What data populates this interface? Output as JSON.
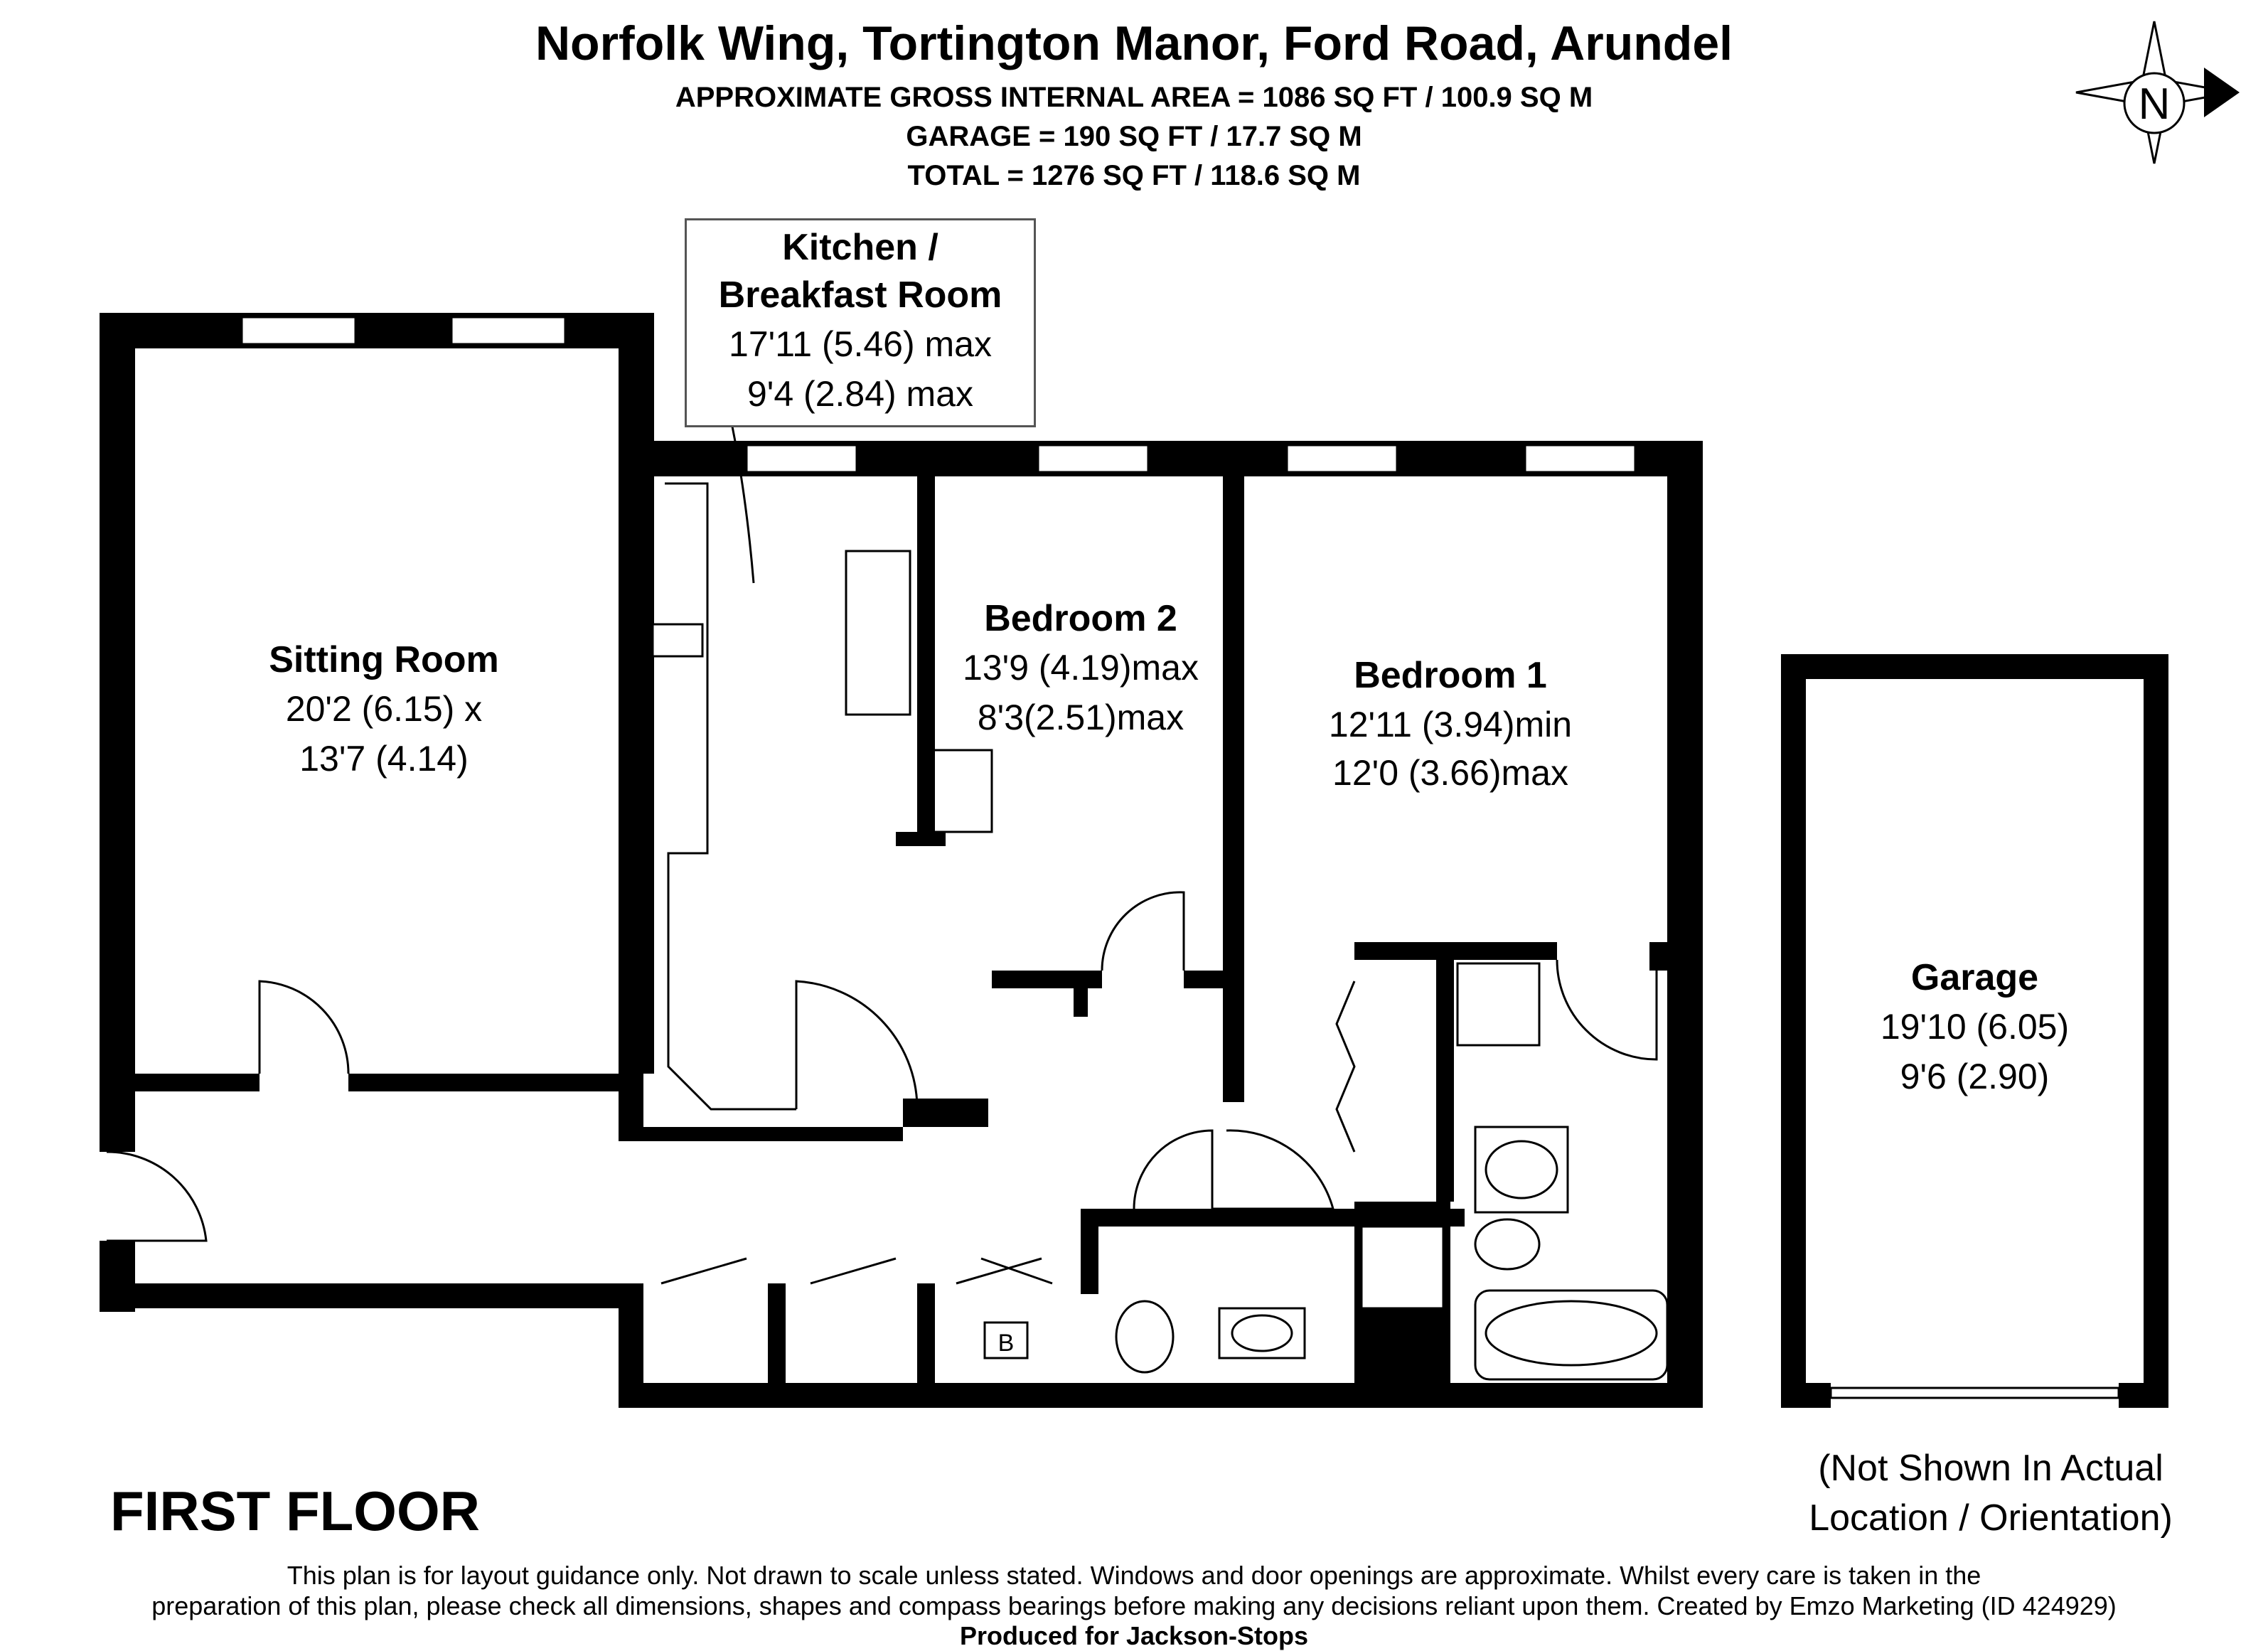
{
  "header": {
    "title": "Norfolk Wing, Tortington Manor, Ford Road, Arundel",
    "area_line": "APPROXIMATE GROSS INTERNAL AREA = 1086 SQ FT / 100.9 SQ M",
    "garage_line": "GARAGE = 190 SQ FT / 17.7 SQ M",
    "total_line": "TOTAL = 1276 SQ FT / 118.6 SQ M"
  },
  "compass": {
    "letter": "N",
    "icon": "north-arrow-icon"
  },
  "rooms": {
    "sitting": {
      "name": "Sitting Room",
      "dim1": "20'2 (6.15) x",
      "dim2": "13'7 (4.14)"
    },
    "kitchen": {
      "name1": "Kitchen /",
      "name2": "Breakfast Room",
      "dim1": "17'11 (5.46) max",
      "dim2": "9'4 (2.84) max"
    },
    "bedroom2": {
      "name": "Bedroom 2",
      "dim1": "13'9 (4.19)max",
      "dim2": "8'3(2.51)max"
    },
    "bedroom1": {
      "name": "Bedroom 1",
      "dim1": "12'11 (3.94)min",
      "dim2": "12'0 (3.66)max"
    },
    "garage": {
      "name": "Garage",
      "dim1": "19'10 (6.05)",
      "dim2": "9'6 (2.90)"
    }
  },
  "boiler_label": "B",
  "floor_label": "FIRST FLOOR",
  "garage_note": {
    "line1": "(Not Shown In Actual",
    "line2": "Location / Orientation)"
  },
  "disclaimer": {
    "line1": "This plan is for layout guidance only. Not drawn to scale unless stated. Windows and door openings are approximate. Whilst every care is taken in the",
    "line2": "preparation of this plan, please check all dimensions, shapes and compass bearings before making any decisions reliant upon them. Created by Emzo Marketing (ID 424929)",
    "line3": "Produced for Jackson-Stops"
  }
}
